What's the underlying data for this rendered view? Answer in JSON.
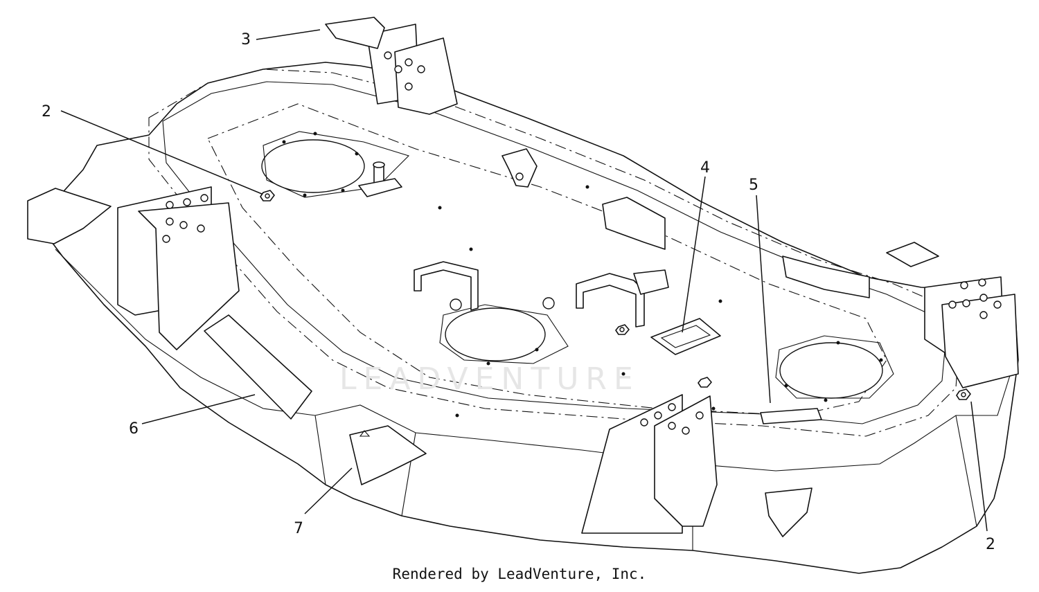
{
  "diagram": {
    "callouts": [
      {
        "id": "c3",
        "label": "3"
      },
      {
        "id": "c2a",
        "label": "2"
      },
      {
        "id": "c4",
        "label": "4"
      },
      {
        "id": "c5",
        "label": "5"
      },
      {
        "id": "c6",
        "label": "6"
      },
      {
        "id": "c7",
        "label": "7"
      },
      {
        "id": "c2b",
        "label": "2"
      }
    ],
    "watermark": "LEADVENTURE"
  },
  "footer": {
    "text": "Rendered by LeadVenture, Inc."
  }
}
